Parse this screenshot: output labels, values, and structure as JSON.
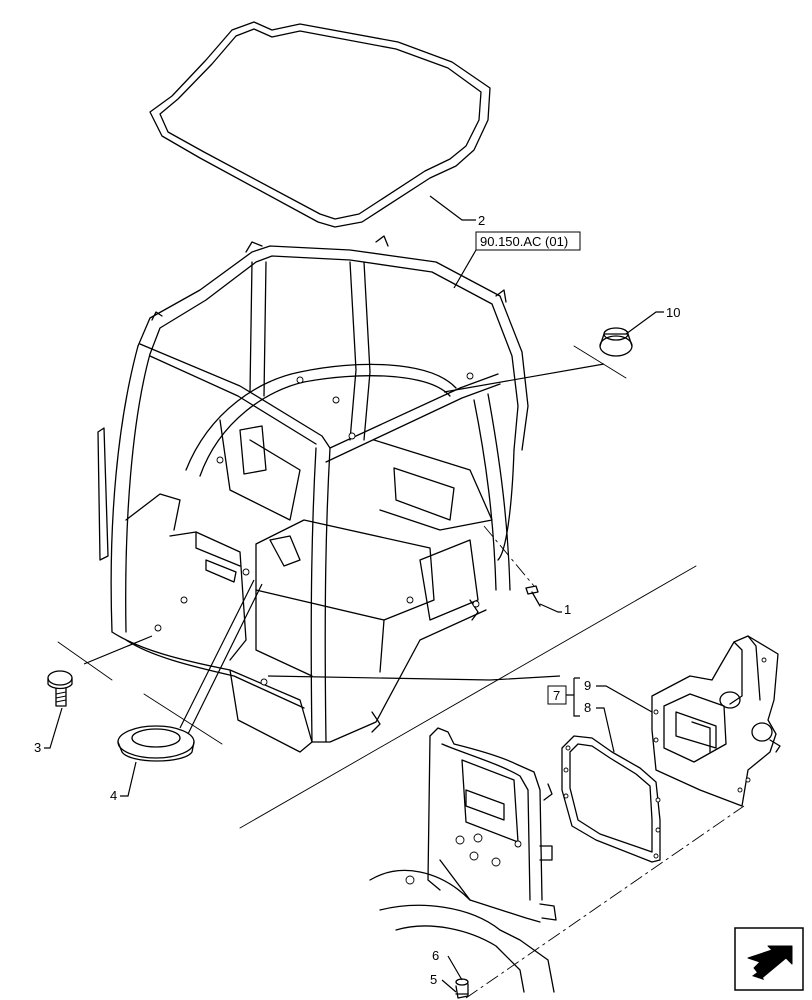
{
  "reference_label": "90.150.AC (01)",
  "callouts": {
    "c1": "1",
    "c2": "2",
    "c3": "3",
    "c4": "4",
    "c5": "5",
    "c6": "6",
    "c7": "7",
    "c8": "8",
    "c9": "9",
    "c10": "10"
  },
  "nav_icon": "next-page-arrow-icon"
}
